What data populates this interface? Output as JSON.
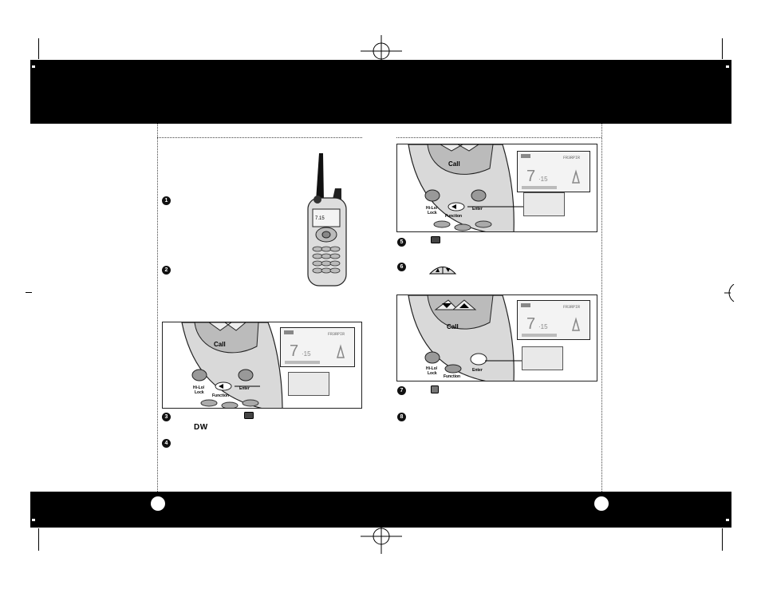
{
  "colors": {
    "band": "#000000",
    "paper": "#ffffff",
    "device": "#d9d9d9",
    "callout": "#e9e9e9"
  },
  "steps": [
    {
      "num": "1"
    },
    {
      "num": "2"
    },
    {
      "num": "3"
    },
    {
      "num": "4"
    },
    {
      "num": "5"
    },
    {
      "num": "6"
    },
    {
      "num": "7"
    },
    {
      "num": "8"
    }
  ],
  "step3_code": "DW",
  "radio": {
    "call_label": "Call",
    "hilo_label": "Hi-Lo/\nLock",
    "function_label": "Function",
    "enter_label": "Enter"
  },
  "icons": [
    "registration-mark-icon",
    "crop-mark-icon",
    "enter-key-icon",
    "up-down-arrow-keys-icon",
    "antenna-signal-icon"
  ]
}
